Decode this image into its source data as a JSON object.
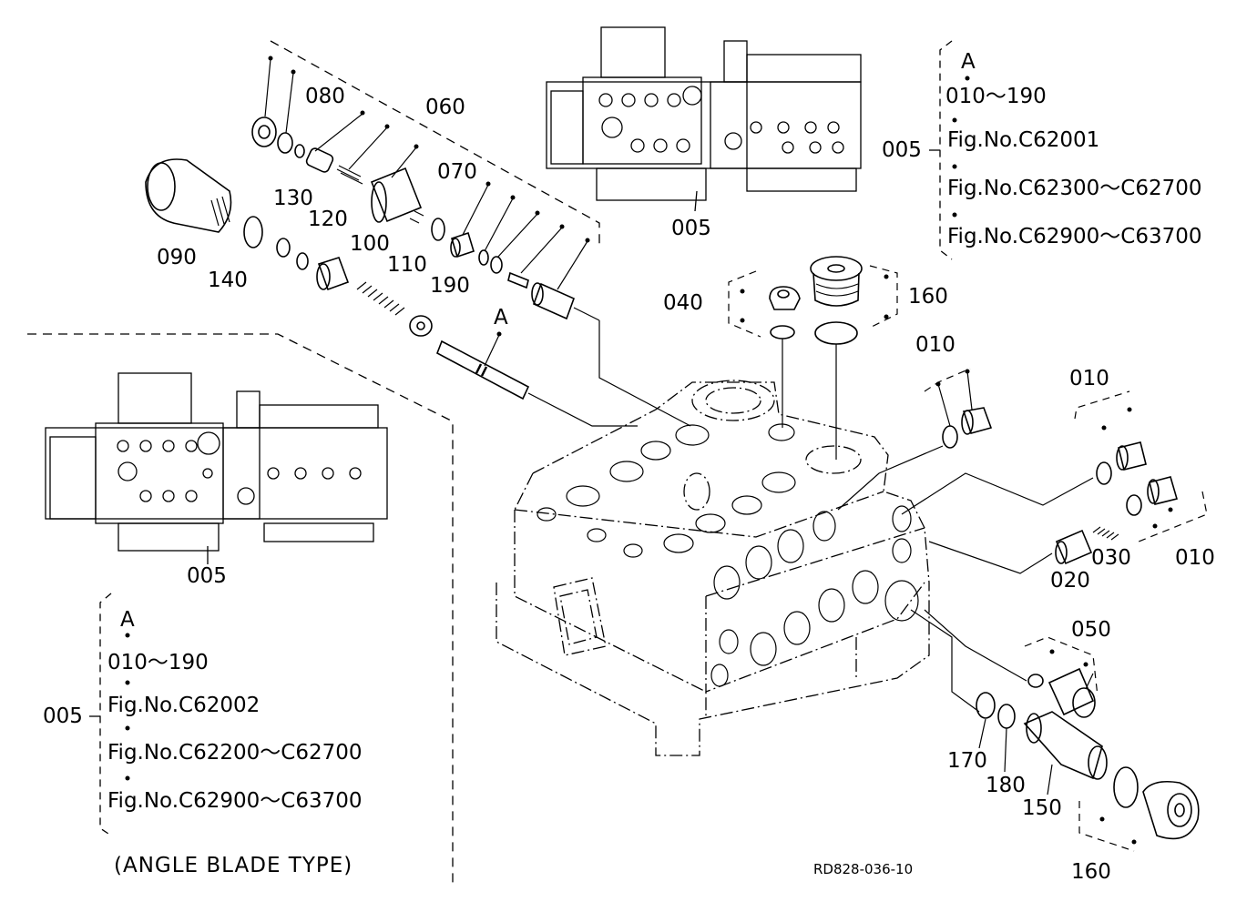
{
  "callouts": {
    "c080": "080",
    "c060": "060",
    "c070": "070",
    "c130": "130",
    "c120": "120",
    "c100": "100",
    "c110": "110",
    "c190": "190",
    "c090": "090",
    "c140": "140",
    "cA": "A",
    "c005_top": "005",
    "c005_left": "005",
    "c040": "040",
    "c160_top": "160",
    "c010_a": "010",
    "c010_b": "010",
    "c010_c": "010",
    "c020": "020",
    "c030": "030",
    "c050": "050",
    "c170": "170",
    "c180": "180",
    "c150": "150",
    "c160_bottom": "160"
  },
  "legend_right": {
    "ref": "005",
    "key": "A",
    "range": "010～190",
    "line1": "Fig.No.C62001",
    "line2": "Fig.No.C62300～C62700",
    "line3": "Fig.No.C62900～C63700"
  },
  "legend_left": {
    "ref": "005",
    "key": "A",
    "range": "010～190",
    "line1": "Fig.No.C62002",
    "line2": "Fig.No.C62200～C62700",
    "line3": "Fig.No.C62900～C63700"
  },
  "angle_blade_label": "(ANGLE BLADE TYPE)",
  "drawing_number": "RD828-036-10"
}
